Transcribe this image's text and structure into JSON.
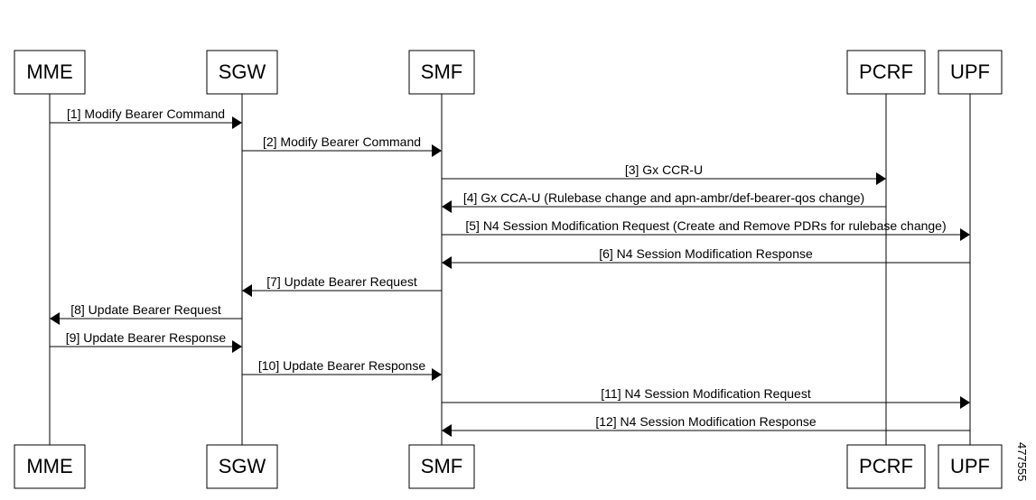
{
  "participants": [
    {
      "id": "mme",
      "label": "MME"
    },
    {
      "id": "sgw",
      "label": "SGW"
    },
    {
      "id": "smf",
      "label": "SMF"
    },
    {
      "id": "pcrf",
      "label": "PCRF"
    },
    {
      "id": "upf",
      "label": "UPF"
    }
  ],
  "messages": [
    {
      "from": "mme",
      "to": "sgw",
      "label": "[1] Modify Bearer Command"
    },
    {
      "from": "sgw",
      "to": "smf",
      "label": "[2] Modify Bearer Command"
    },
    {
      "from": "smf",
      "to": "pcrf",
      "label": "[3] Gx CCR-U"
    },
    {
      "from": "pcrf",
      "to": "smf",
      "label": "[4] Gx CCA-U (Rulebase change and apn-ambr/def-bearer-qos change)"
    },
    {
      "from": "smf",
      "to": "upf",
      "label": "[5] N4 Session Modification Request (Create and Remove PDRs for rulebase change)"
    },
    {
      "from": "upf",
      "to": "smf",
      "label": "[6] N4 Session Modification Response"
    },
    {
      "from": "smf",
      "to": "sgw",
      "label": "[7] Update Bearer Request"
    },
    {
      "from": "sgw",
      "to": "mme",
      "label": "[8] Update Bearer Request"
    },
    {
      "from": "mme",
      "to": "sgw",
      "label": "[9] Update Bearer Response"
    },
    {
      "from": "sgw",
      "to": "smf",
      "label": "[10] Update Bearer Response"
    },
    {
      "from": "smf",
      "to": "upf",
      "label": "[11] N4 Session Modification Request"
    },
    {
      "from": "upf",
      "to": "smf",
      "label": "[12] N4 Session Modification Response"
    }
  ],
  "figure_id": "477555"
}
